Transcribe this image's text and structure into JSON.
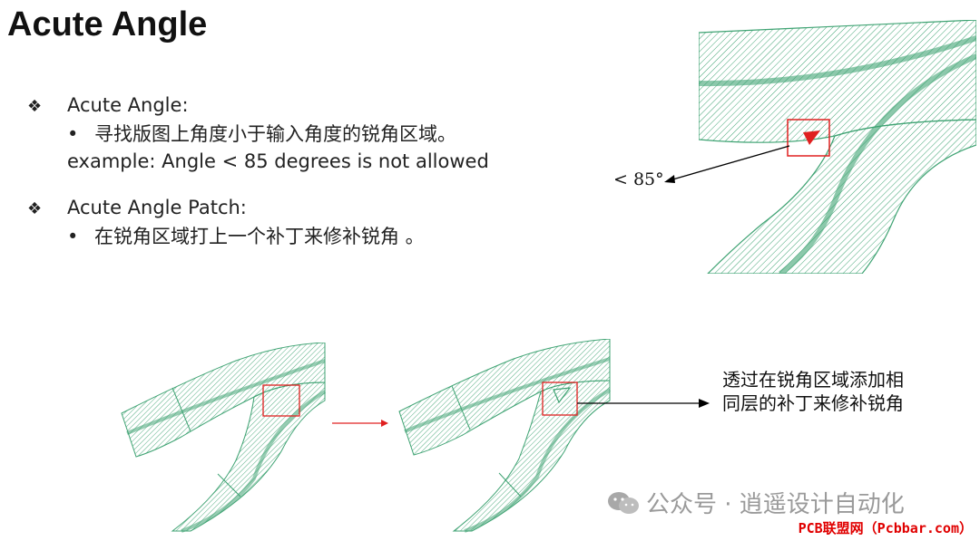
{
  "title": "Acute Angle",
  "bullets": [
    {
      "marker": "❖",
      "heading": "Acute Angle:",
      "sub_marker": "•",
      "sub_text": "寻找版图上角度小于输入角度的锐角区域。",
      "extra": "example: Angle < 85 degrees is not allowed"
    },
    {
      "marker": "❖",
      "heading": "Acute Angle Patch:",
      "sub_marker": "•",
      "sub_text": "在锐角区域打上一个补丁来修补锐角 。"
    }
  ],
  "figure_label": "< 85°",
  "note": "透过在锐角区域添加相同层的补丁来修补锐角",
  "watermark": "公众号 · 逍遥设计自动化",
  "footer_brand": "PCB联盟网（Pcbbar.com）",
  "colors": {
    "hatch": "#3fa373",
    "highlight": "#e02020",
    "arrow": "#000000"
  }
}
